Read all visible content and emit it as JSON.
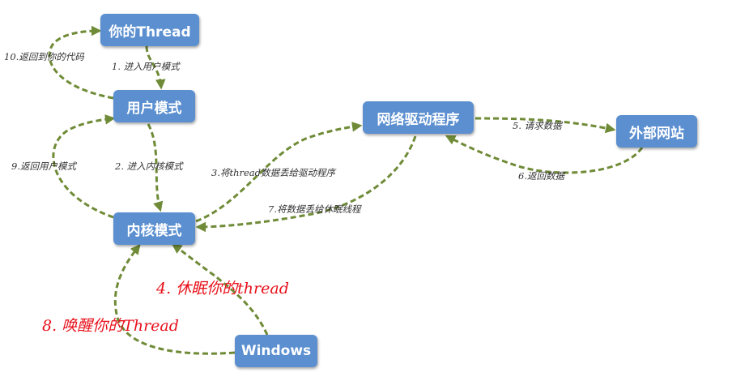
{
  "nodes": {
    "your_thread": "你的Thread",
    "user_mode": "用户模式",
    "kernel_mode": "内核模式",
    "network_driver": "网络驱动程序",
    "external_site": "外部网站",
    "windows": "Windows"
  },
  "labels": {
    "step1": "1. 进入用户模式",
    "step2": "2. 进入内核模式",
    "step3": "3.将thread数据丢给驱动程序",
    "step4": "4. 休眠你的thread",
    "step5": "5. 请求数据",
    "step6": "6.返回数据",
    "step7": "7.将数据丢给休眠线程",
    "step8": "8. 唤醒你的Thread",
    "step9": "9.返回用户模式",
    "step10": "10.返回到你的代码"
  },
  "colors": {
    "node_fill": "#5b8fd0",
    "node_text": "#ffffff",
    "arrow": "#6f8b37",
    "highlight_text": "#e8101a"
  }
}
